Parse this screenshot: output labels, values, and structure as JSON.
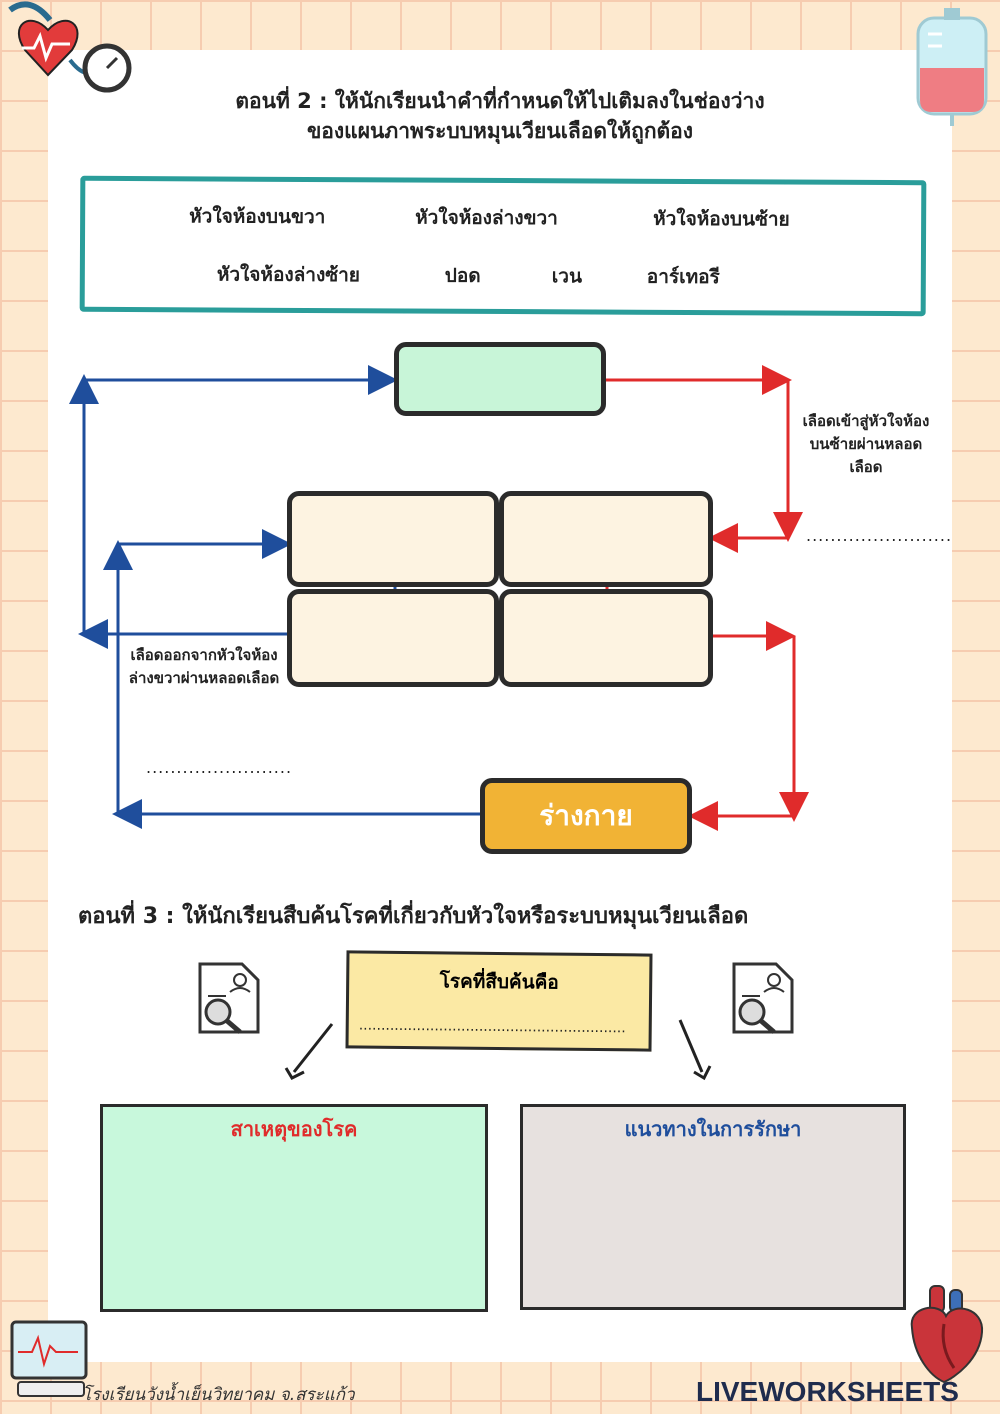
{
  "part2": {
    "title_line1": "ตอนที่ 2 : ให้นักเรียนนำคำที่กำหนดให้ไปเติมลงในช่องว่าง",
    "title_line2": "ของแผนภาพระบบหมุนเวียนเลือดให้ถูกต้อง"
  },
  "word_bank": [
    "หัวใจห้องบนขวา",
    "หัวใจห้องล่างขวา",
    "หัวใจห้องบนซ้าย",
    "หัวใจห้องล่างซ้าย",
    "ปอด",
    "เวน",
    "อาร์เทอรี"
  ],
  "diagram": {
    "body_label": "ร่างกาย",
    "note_right": "เลือดเข้าสู่หัวใจห้องบนซ้ายผ่านหลอดเลือด",
    "note_left": "เลือดออกจากหัวใจห้องล่างขวาผ่านหลอดเลือด",
    "dots_right": "........................",
    "dots_left": "........................",
    "colors": {
      "blue": "#1f4e9c",
      "red": "#e02b2b",
      "lung": "#c8f5d8",
      "body": "#f1b335"
    }
  },
  "part3": {
    "title": "ตอนที่ 3 : ให้นักเรียนสืบค้นโรคที่เกี่ยวกับหัวใจหรือระบบหมุนเวียนเลือด",
    "disease_label": "โรคที่สืบค้นคือ",
    "disease_dots": "............................................................",
    "cause_label": "สาเหตุของโรค",
    "treatment_label": "แนวทางในการรักษา",
    "cause_color": "#e02b2b",
    "treatment_color": "#1f4e9c"
  },
  "footer": {
    "school": "โรงเรียนวังน้ำเย็นวิทยาคม จ.สระแก้ว",
    "brand": "LIVEWORKSHEETS"
  },
  "icons": [
    "heart-stethoscope-icon",
    "iv-blood-bag-icon",
    "document-search-icon",
    "heart-monitor-icon",
    "anatomical-heart-icon"
  ]
}
